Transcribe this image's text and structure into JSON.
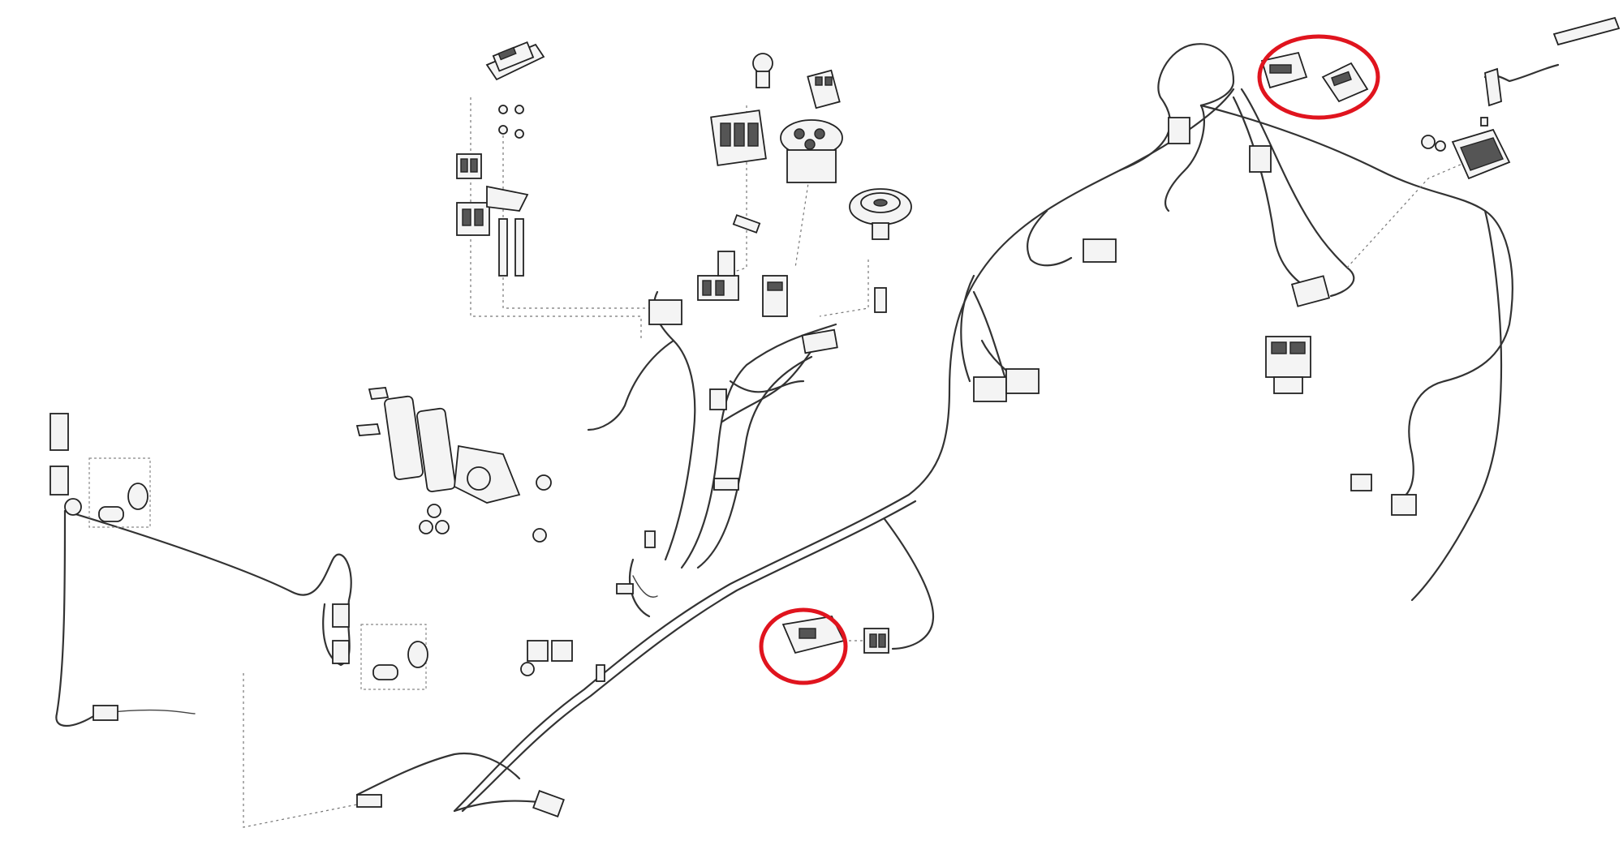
{
  "figure": {
    "kind": "exploded wiring harness diagram",
    "colors": {
      "line": "#333333",
      "part_fill": "#f4f4f4",
      "highlight": "#e0141e"
    }
  },
  "highlights": [
    {
      "name": "highlight-circle-top-connectors"
    },
    {
      "name": "highlight-circle-middle-connector"
    }
  ]
}
